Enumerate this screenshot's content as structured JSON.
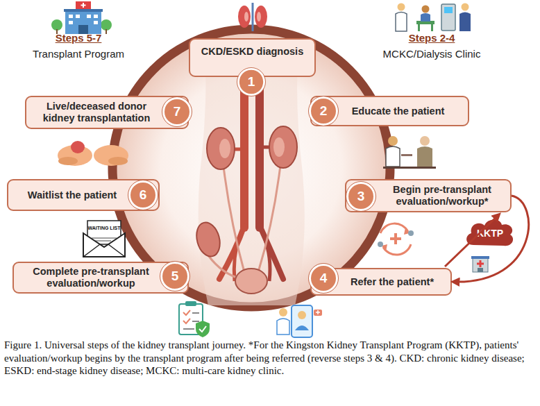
{
  "diagram": {
    "caption": "Figure 1. Universal steps of the kidney transplant journey. *For the Kingston Kidney Transplant Program (KKTP), patients' evaluation/workup begins by the transplant program after being referred (reverse steps 3 & 4). CKD: chronic kidney disease; ESKD: end-stage kidney disease; MCKC: multi-care kidney clinic.",
    "nodes": [
      {
        "text": [
          "CKD/ESKD diagnosis"
        ]
      },
      {
        "text": [
          "1"
        ]
      },
      {
        "text": [
          "Educate the patient"
        ]
      },
      {
        "text": [
          "2"
        ]
      },
      {
        "text": [
          "Begin pre-transplant evaluation/workup*"
        ]
      },
      {
        "text": [
          "3"
        ]
      },
      {
        "text": [
          "Refer the patient*"
        ]
      },
      {
        "text": [
          "4"
        ]
      },
      {
        "text": [
          "Complete pre-transplant evaluation/workup"
        ]
      },
      {
        "text": [
          "5"
        ]
      },
      {
        "text": [
          "Waitlist the patient"
        ]
      },
      {
        "text": [
          "6"
        ]
      },
      {
        "text": [
          "Live/deceased donor kidney transplantation"
        ]
      },
      {
        "text": [
          "7"
        ]
      },
      {
        "text": [
          "KKTP"
        ]
      }
    ],
    "edges": [
      {
        "from": 4,
        "to": 6,
        "arrow": "to"
      },
      {
        "from": 6,
        "to": 4,
        "arrow": "to"
      }
    ],
    "labels": [
      "Steps 5-7",
      "Transplant Program",
      "Steps 2-4",
      "MCKC/Dialysis Clinic",
      "WAITING LIST"
    ]
  }
}
